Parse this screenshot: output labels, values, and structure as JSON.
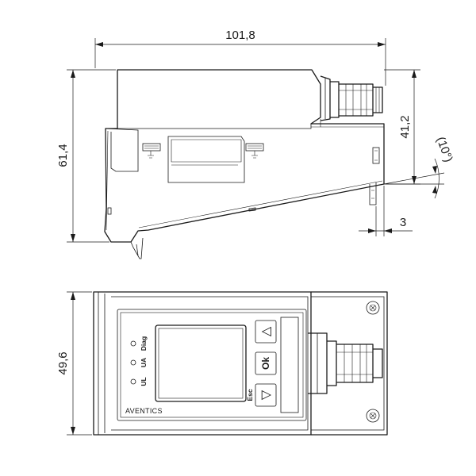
{
  "dimensions": {
    "overall_length": "101,8",
    "overall_height": "61,4",
    "connector_height": "41,2",
    "angle": "(10°)",
    "offset": "3",
    "front_height": "49,6"
  },
  "front_panel": {
    "leds": [
      "Diag",
      "UA",
      "UL"
    ],
    "buttons": {
      "up_symbol": "△",
      "ok": "Ok",
      "down_symbol": "▽",
      "esc": "Esc"
    },
    "brand": "AVENTICS"
  }
}
